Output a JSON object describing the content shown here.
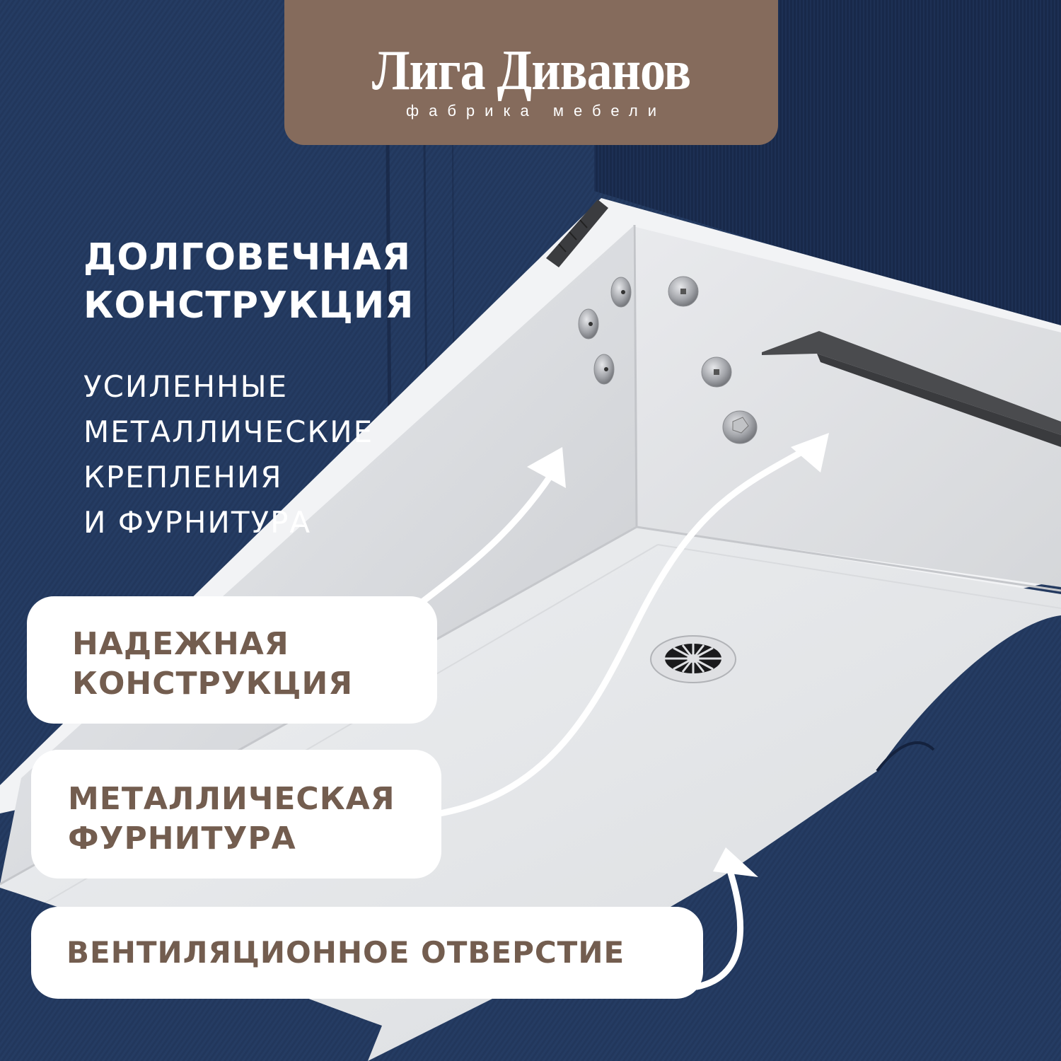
{
  "brand": {
    "name": "Лига Диванов",
    "tagline": "фабрика мебели",
    "plate_color": "#856b5c"
  },
  "headline": {
    "lines": [
      "ДОЛГОВЕЧНАЯ",
      "КОНСТРУКЦИЯ"
    ]
  },
  "description": {
    "lines": [
      "УСИЛЕННЫЕ",
      "МЕТАЛЛИЧЕСКИЕ",
      "КРЕПЛЕНИЯ",
      "И ФУРНИТУРА"
    ]
  },
  "callouts": [
    {
      "lines": [
        "НАДЕЖНАЯ",
        "КОНСТРУКЦИЯ"
      ],
      "points_to": "corner-fasteners"
    },
    {
      "lines": [
        "МЕТАЛЛИЧЕСКАЯ",
        "ФУРНИТУРА"
      ],
      "points_to": "metal-bolts"
    },
    {
      "lines": [
        "ВЕНТИЛЯЦИОННОЕ ОТВЕРСТИЕ"
      ],
      "points_to": "vent-grille"
    }
  ],
  "colors": {
    "fabric": "#22365a",
    "box_interior": "#e4e5e8",
    "callout_text": "#735d4f",
    "callout_bg": "#ffffff",
    "hardware": "#4a4b4e"
  }
}
